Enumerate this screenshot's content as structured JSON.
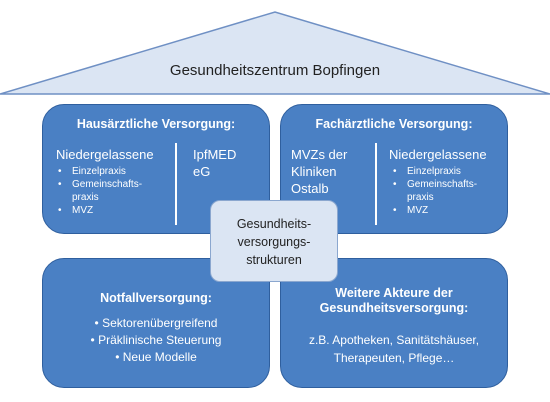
{
  "roof": {
    "title": "Gesundheitszentrum Bopfingen",
    "fill": "#dbe5f3",
    "stroke": "#6f90c4"
  },
  "hausaerztlich": {
    "title": "Hausärztliche Versorgung:",
    "col1_title": "Niedergelassene",
    "col1_items": [
      "Einzelpraxis",
      "Gemeinschafts-",
      "praxis",
      "MVZ"
    ],
    "col2_lines": [
      "IpfMED",
      "eG"
    ]
  },
  "fachaerztlich": {
    "title": "Fachärztliche Versorgung:",
    "col1_lines": [
      "MVZs der",
      "Kliniken",
      "Ostalb"
    ],
    "col2_title": "Niedergelassene",
    "col2_items": [
      "Einzelpraxis",
      "Gemeinschafts-",
      "praxis",
      "MVZ"
    ]
  },
  "center": {
    "lines": [
      "Gesundheits-",
      "versorgungs-",
      "strukturen"
    ]
  },
  "notfall": {
    "title": "Notfallversorgung:",
    "items": [
      "Sektorenübergreifend",
      "Präklinische Steuerung",
      "Neue Modelle"
    ]
  },
  "weitere": {
    "title_lines": [
      "Weitere Akteure der",
      "Gesundheitsversorgung:"
    ],
    "text_lines": [
      "z.B. Apotheken, Sanitätshäuser,",
      "Therapeuten, Pflege…"
    ]
  },
  "colors": {
    "box_fill": "#4a80c4",
    "box_border": "#2f5f9e",
    "hub_fill": "#dbe5f3"
  }
}
